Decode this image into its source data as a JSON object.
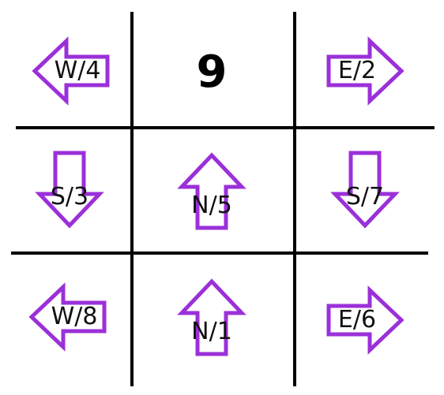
{
  "board": {
    "center_number": "9",
    "arrow_color": "#9b30d9",
    "cells": [
      {
        "position": "top-left",
        "direction": "W",
        "label": "W/4"
      },
      {
        "position": "top-right",
        "direction": "E",
        "label": "E/2"
      },
      {
        "position": "middle-left",
        "direction": "S",
        "label": "S/3"
      },
      {
        "position": "middle-center",
        "direction": "N",
        "label": "N/5"
      },
      {
        "position": "middle-right",
        "direction": "S",
        "label": "S/7"
      },
      {
        "position": "bottom-left",
        "direction": "W",
        "label": "W/8"
      },
      {
        "position": "bottom-center",
        "direction": "N",
        "label": "N/1"
      },
      {
        "position": "bottom-right",
        "direction": "E",
        "label": "E/6"
      }
    ]
  }
}
